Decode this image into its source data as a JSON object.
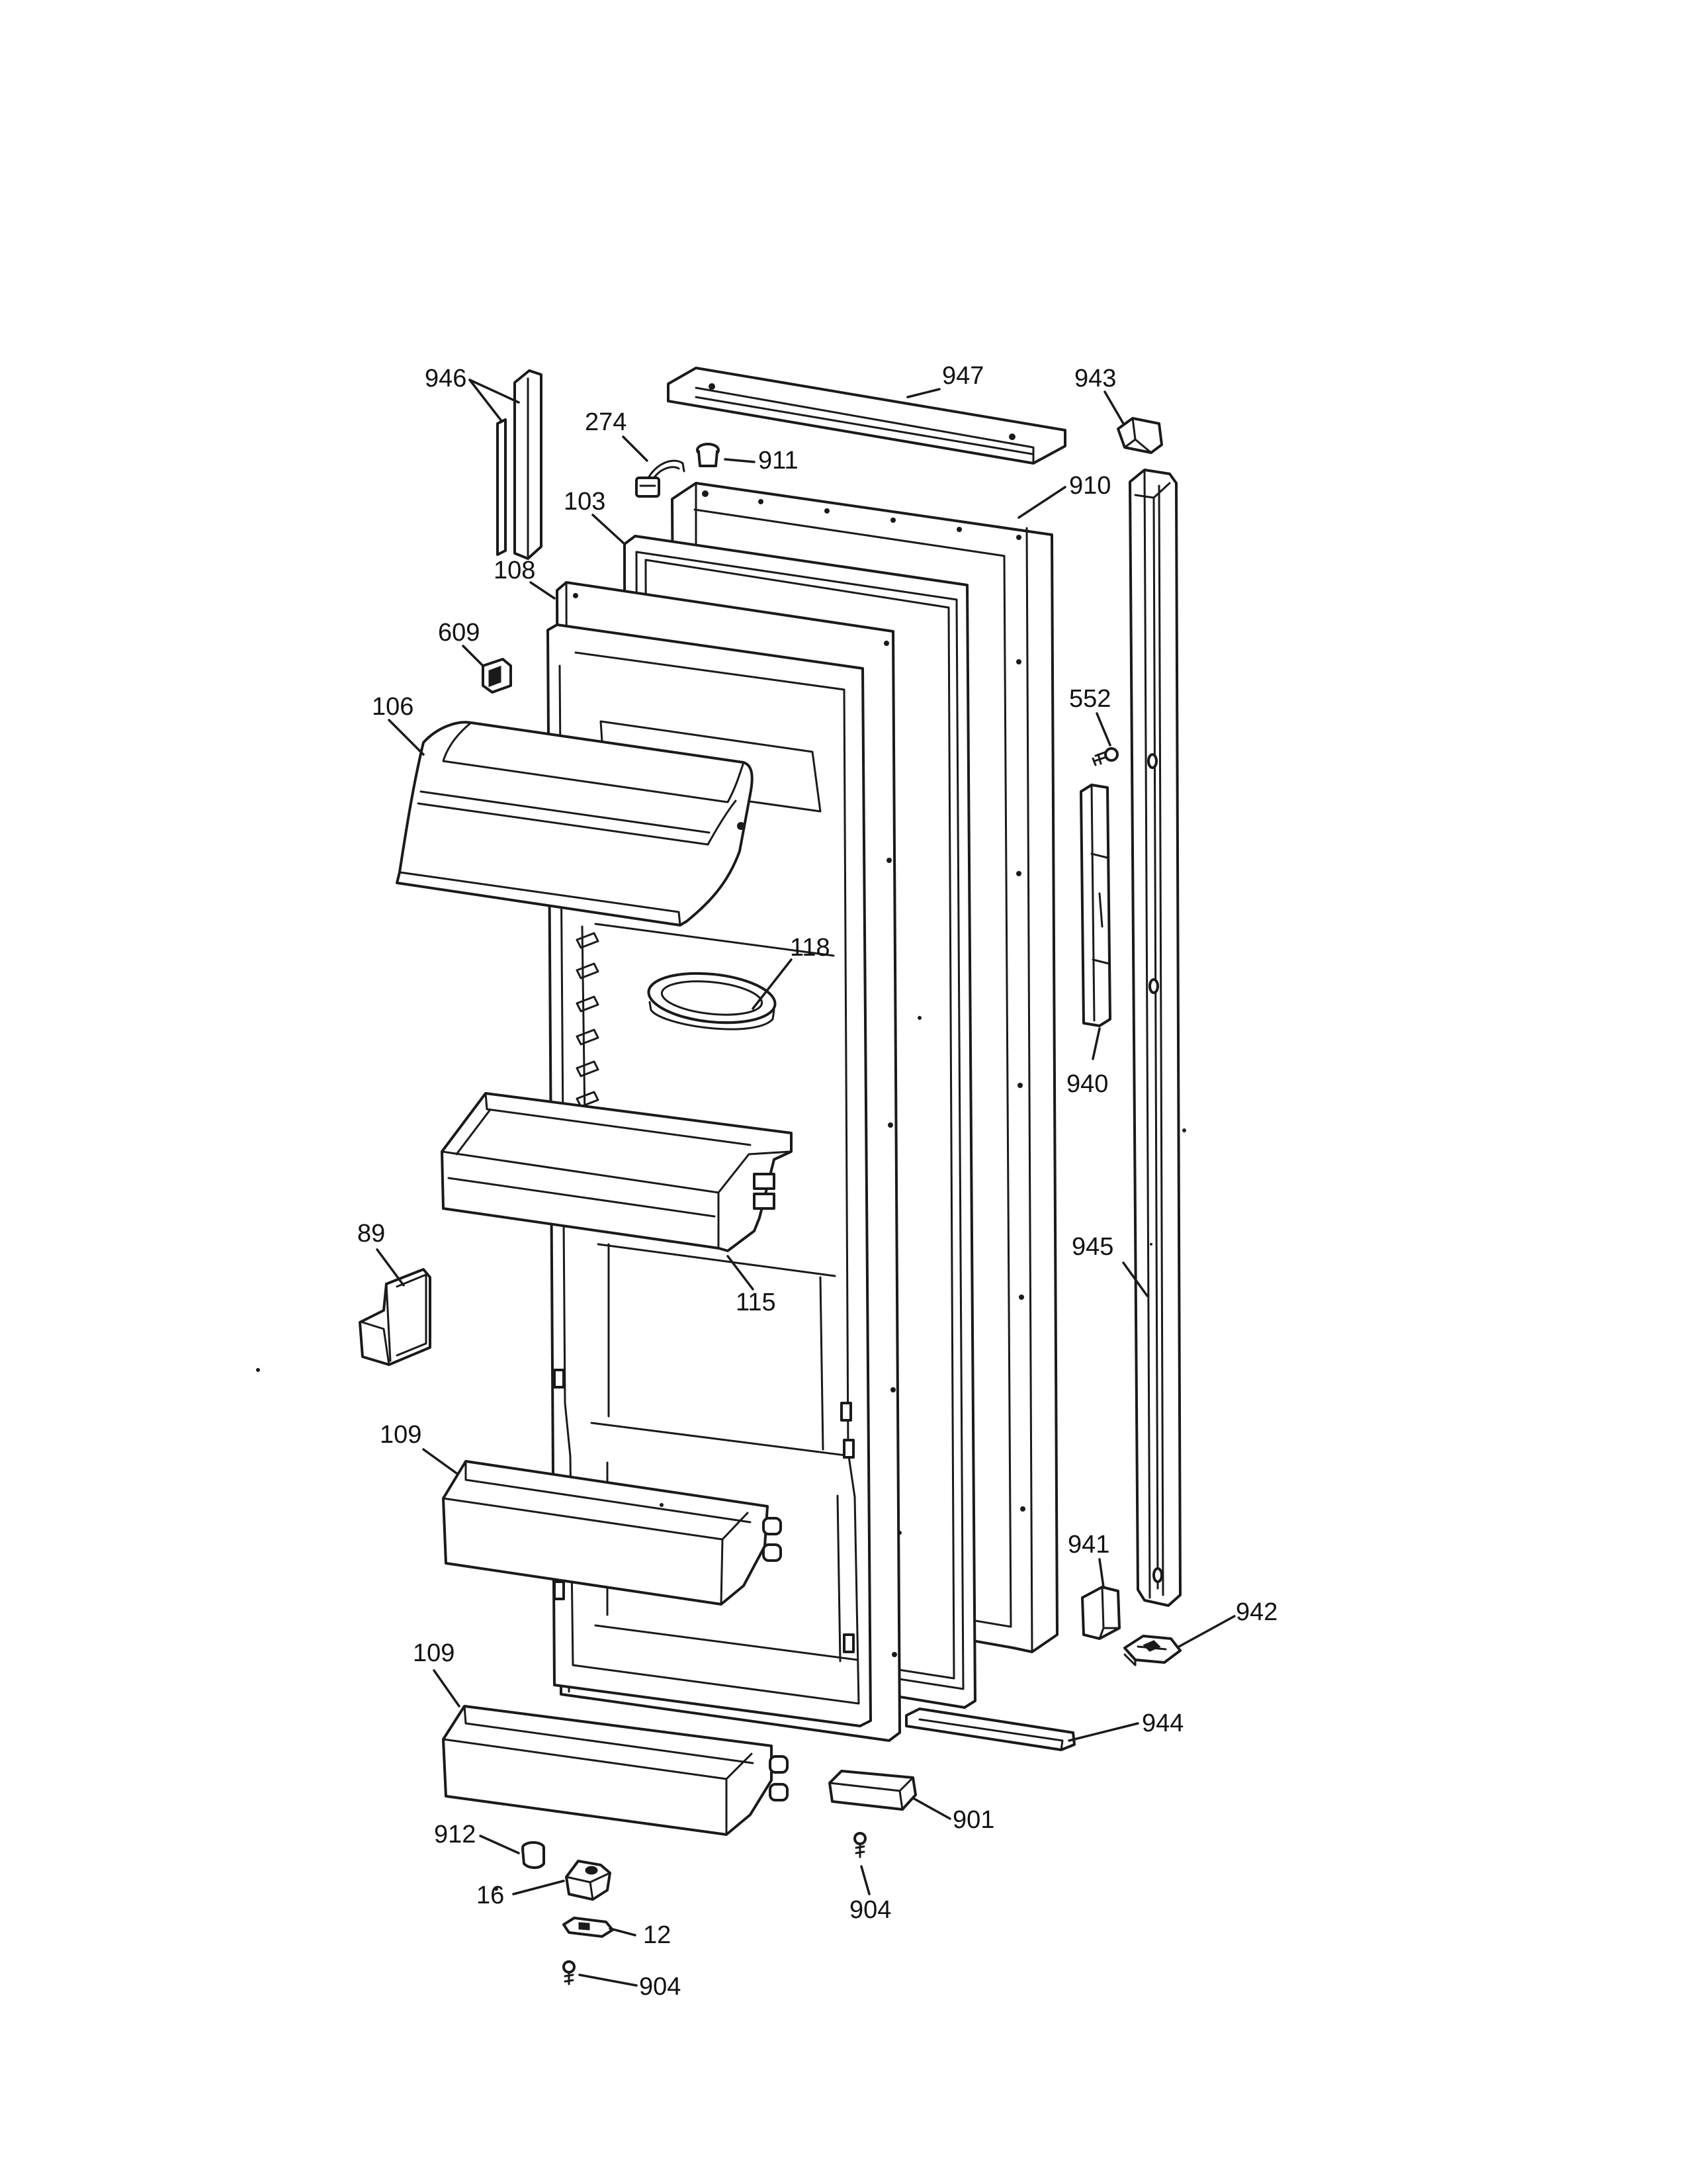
{
  "callouts": {
    "c946": "946",
    "c274": "274",
    "c911": "911",
    "c947": "947",
    "c943": "943",
    "c910": "910",
    "c103": "103",
    "c108": "108",
    "c609": "609",
    "c106": "106",
    "c552": "552",
    "c118": "118",
    "c940": "940",
    "c115": "115",
    "c89": "89",
    "c945": "945",
    "c109a": "109",
    "c941": "941",
    "c942": "942",
    "c109b": "109",
    "c944": "944",
    "c901": "901",
    "c912": "912",
    "c16": "16",
    "c12": "12",
    "c904a": "904",
    "c904b": "904"
  }
}
